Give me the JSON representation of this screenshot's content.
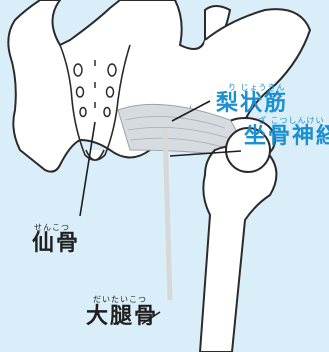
{
  "labels": {
    "piriformis": {
      "furigana": "り じょうきん",
      "text": "梨状筋",
      "color": "#1a8fd1"
    },
    "sciatic_nerve": {
      "furigana": "ざ こつしんけい",
      "text": "坐骨神経",
      "color": "#1a8fd1"
    },
    "sacrum": {
      "furigana": "せんこつ",
      "text": "仙骨",
      "color": "#1f1f1f"
    },
    "femur": {
      "furigana": "だいたいこつ",
      "text": "大腿骨",
      "color": "#1f1f1f"
    }
  },
  "colors": {
    "background": "#daeef9",
    "bone": "#ffffff",
    "outline": "#2b2b2b",
    "muscle": "#d6dbe0"
  }
}
